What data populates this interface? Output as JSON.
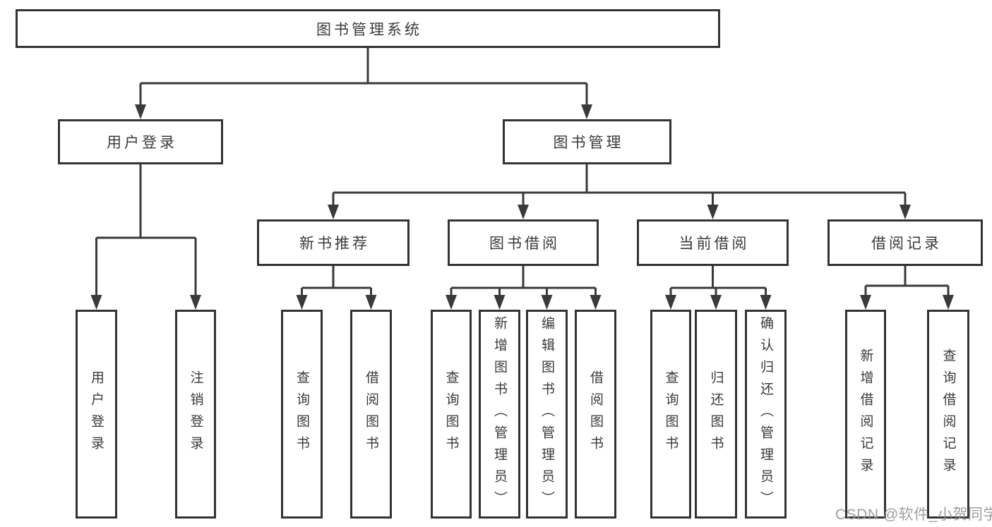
{
  "tree": {
    "label": "图书管理系统",
    "children": [
      {
        "label": "用户登录",
        "children": [
          {
            "label": "用户登录"
          },
          {
            "label": "注销登录"
          }
        ]
      },
      {
        "label": "图书管理",
        "children": [
          {
            "label": "新书推荐",
            "children": [
              {
                "label": "查询图书"
              },
              {
                "label": "借阅图书"
              }
            ]
          },
          {
            "label": "图书借阅",
            "children": [
              {
                "label": "查询图书"
              },
              {
                "label": "新增图书（管理员）"
              },
              {
                "label": "编辑图书（管理员）"
              },
              {
                "label": "借阅图书"
              }
            ]
          },
          {
            "label": "当前借阅",
            "children": [
              {
                "label": "查询图书"
              },
              {
                "label": "归还图书"
              },
              {
                "label": "确认归还（管理员）"
              }
            ]
          },
          {
            "label": "借阅记录",
            "children": [
              {
                "label": "新增借阅记录"
              },
              {
                "label": "查询借阅记录"
              }
            ]
          }
        ]
      }
    ]
  },
  "watermark": {
    "text": "CSDN @软件_小贺同学"
  },
  "colors": {
    "line": "#3a3a3a",
    "box_border": "#333333",
    "text": "#3a3a3a",
    "background": "#ffffff",
    "watermark": "#979797"
  }
}
